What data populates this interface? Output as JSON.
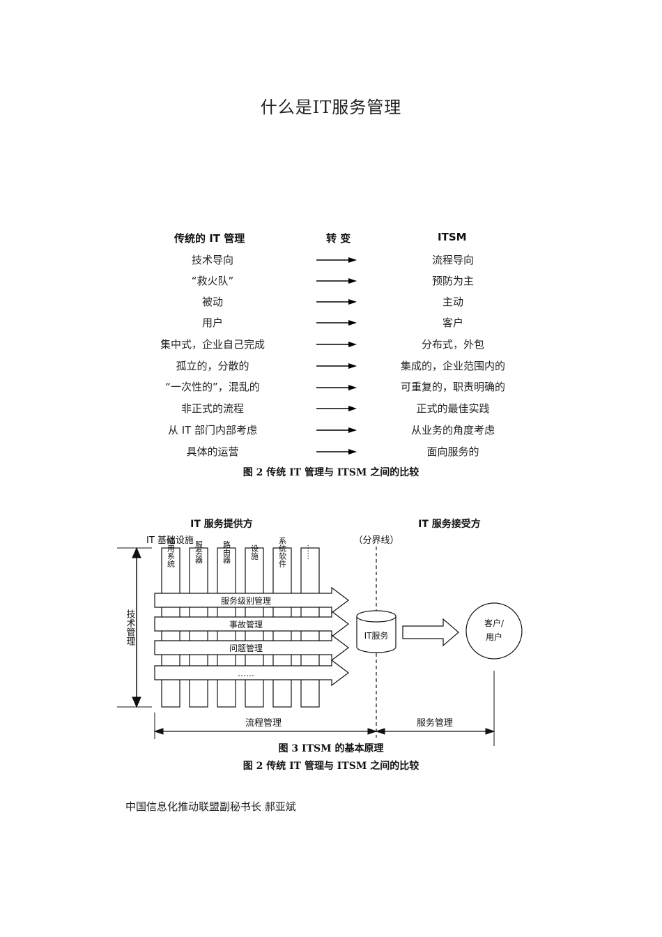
{
  "title": "什么是IT服务管理",
  "table": {
    "header_left": "传统的 IT 管理",
    "header_mid": "转 变",
    "header_right": "ITSM",
    "rows": [
      {
        "left": "技术导向",
        "right": "流程导向"
      },
      {
        "left": "“救火队”",
        "right": "预防为主"
      },
      {
        "left": "被动",
        "right": "主动"
      },
      {
        "left": "用户",
        "right": "客户"
      },
      {
        "left": "集中式，企业自己完成",
        "right": "分布式，外包"
      },
      {
        "left": "孤立的，分散的",
        "right": "集成的，企业范围内的"
      },
      {
        "left": "“一次性的”，混乱的",
        "right": "可重复的，职责明确的"
      },
      {
        "left": "非正式的流程",
        "right": "正式的最佳实践"
      },
      {
        "left": "从 IT 部门内部考虑",
        "right": "从业务的角度考虑"
      },
      {
        "left": "具体的运营",
        "right": "面向服务的"
      }
    ],
    "caption": "图 2  传统 IT 管理与 ITSM 之间的比较"
  },
  "figure3": {
    "provider": "IT 服务提供方",
    "receiver": "IT 服务接受方",
    "infra": "IT 基础设施",
    "divider": "（分界线）",
    "columns": [
      "应用系统",
      "服务器",
      "路由器",
      "设施",
      "系统软件",
      "……"
    ],
    "bands": [
      "服务级别管理",
      "事故管理",
      "问题管理",
      "……"
    ],
    "vertical_label": "技术管理",
    "cylinder": "IT服务",
    "customer_line1": "客户/",
    "customer_line2": "用户",
    "bottom_left": "流程管理",
    "bottom_right": "服务管理",
    "caption": "图 3   ITSM 的基本原理",
    "caption2": "图 2  传统 IT 管理与 ITSM 之间的比较"
  },
  "signature": "中国信息化推动联盟副秘书长  郝亚斌"
}
